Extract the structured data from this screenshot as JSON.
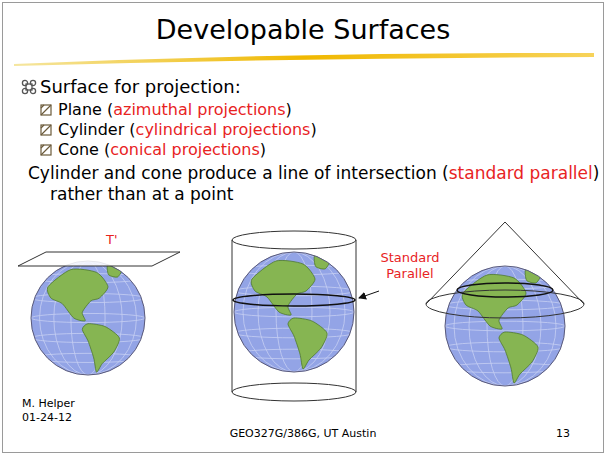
{
  "diagram": {
    "title": "Developable Surfaces",
    "labels": [
      "Surface for projection:",
      "Plane (",
      "azimuthal projections",
      ")",
      "Cylinder (",
      "cylindrical projections",
      ")",
      "Cone (",
      "conical projections",
      ")",
      "Cylinder and cone produce a line of intersection (",
      "standard parallel",
      ") rather than at a point",
      "T'",
      "Standard Parallel",
      "M. Helper",
      "01-24-12",
      "GEO327G/386G, UT Austin",
      "13"
    ]
  }
}
